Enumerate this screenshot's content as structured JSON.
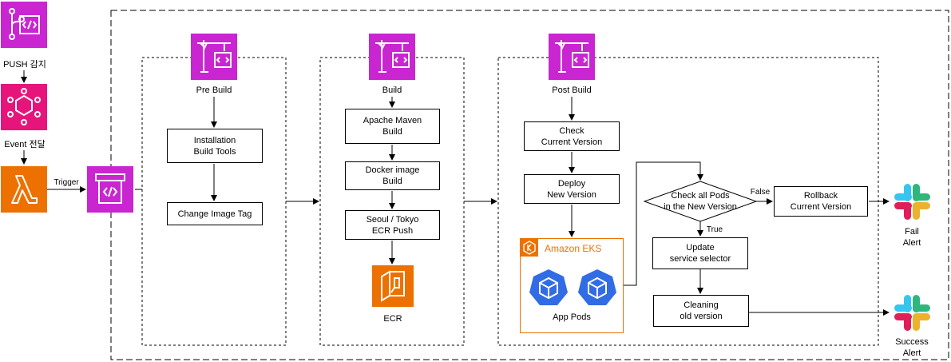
{
  "left_flow": {
    "push_label": "PUSH  감지",
    "event_label": "Event 전달",
    "trigger_label": "Trigger"
  },
  "stages": {
    "pre_build": {
      "title": "Pre Build",
      "steps": [
        "Installation\nBuild Tools",
        "Change Image Tag"
      ]
    },
    "build": {
      "title": "Build",
      "steps": [
        "Apache Maven\nBuild",
        "Docker image\nBuild",
        "Seoul / Tokyo\nECR Push"
      ],
      "ecr_label": "ECR"
    },
    "post_build": {
      "title": "Post Build",
      "steps": [
        "Check\nCurrent Version",
        "Deploy\nNew Version"
      ],
      "eks_title": "Amazon EKS",
      "pods_label": "App Pods",
      "decision": "Check all Pods\nin the New Version",
      "false_label": "False",
      "true_label": "True",
      "rollback": "Rollback\nCurrent Version",
      "update": "Update\nservice selector",
      "cleaning": "Cleaning\nold version"
    }
  },
  "alerts": {
    "fail": "Fail\nAlert",
    "success": "Success\nAlert"
  },
  "colors": {
    "codecommit": "#C925D1",
    "eventbridge": "#E7157B",
    "lambda": "#ED7100",
    "eks_border": "#ED7100",
    "pod_blue": "#326CE5"
  }
}
